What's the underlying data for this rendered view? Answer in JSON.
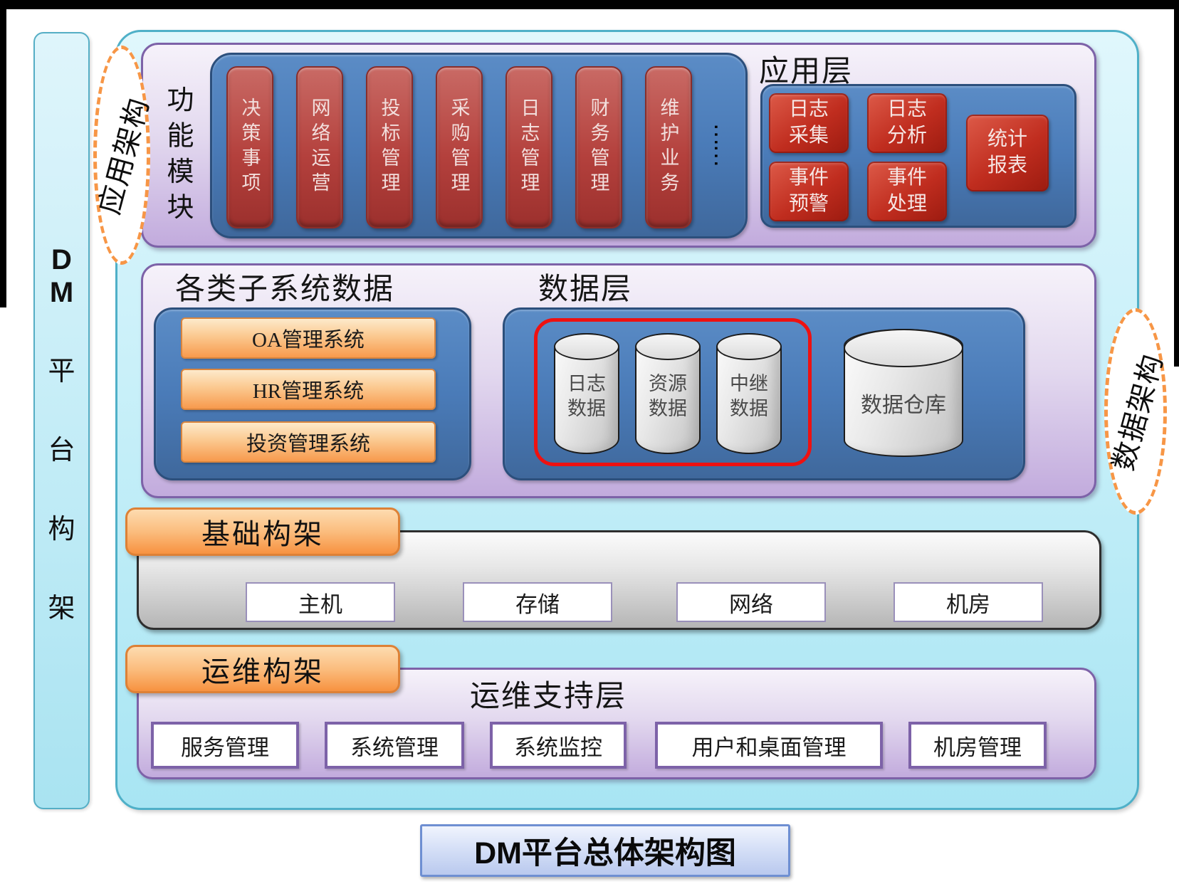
{
  "title": "DM平台总体架构图",
  "left_bar": {
    "line1": "D",
    "line2": "M",
    "chars": [
      "平",
      "台",
      "构",
      "架"
    ]
  },
  "badges": {
    "app": "应用架构",
    "data": "数据架构"
  },
  "app_layer": {
    "layer_label": "应用层",
    "module_group_label": "功能模块",
    "modules": [
      "决策事项",
      "网络运营",
      "投标管理",
      "采购管理",
      "日志管理",
      "财务管理",
      "维护业务"
    ],
    "more_indicator": "……",
    "apps": [
      "日志采集",
      "日志分析",
      "事件预警",
      "事件处理",
      "统计报表"
    ]
  },
  "data_layer": {
    "subsystem_group_label": "各类子系统数据",
    "subsystems": [
      "OA管理系统",
      "HR管理系统",
      "投资管理系统"
    ],
    "layer_label": "数据层",
    "databases": [
      "日志数据",
      "资源数据",
      "中继数据"
    ],
    "warehouse": "数据仓库"
  },
  "infrastructure": {
    "tab_label": "基础构架",
    "items": [
      "主机",
      "存储",
      "网络",
      "机房"
    ]
  },
  "operations": {
    "tab_label": "运维构架",
    "layer_label": "运维支持层",
    "items": [
      "服务管理",
      "系统管理",
      "系统监控",
      "用户和桌面管理",
      "机房管理"
    ]
  },
  "colors": {
    "cyan_container": "#c9f0f9",
    "purple_section": "#c2abdd",
    "blue_panel": "#4a7bb8",
    "module_red": "#b4413d",
    "app_red": "#c02d1f",
    "orange_accent": "#f79a4d",
    "dashed_badge_orange": "#f79646",
    "highlight_red": "#ee1111",
    "title_blue": "#d6e0f7"
  }
}
